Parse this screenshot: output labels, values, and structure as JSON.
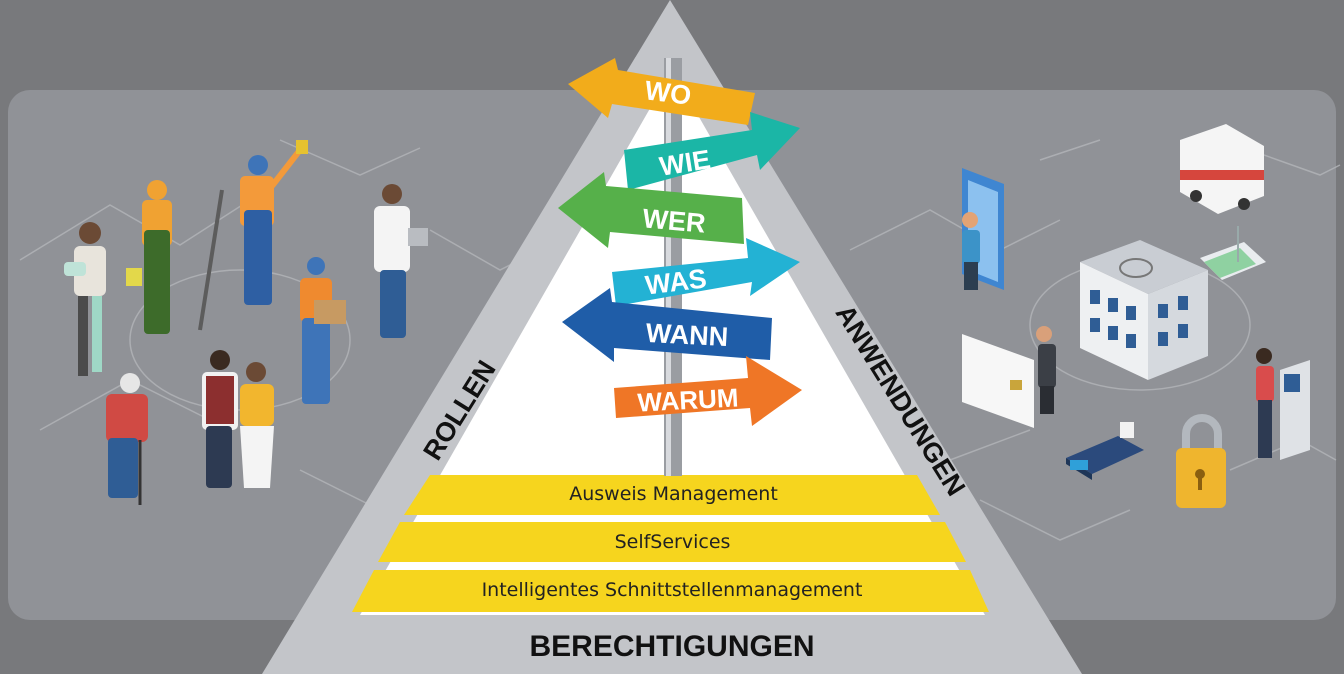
{
  "signs": [
    "WO",
    "WIE",
    "WER",
    "WAS",
    "WANN",
    "WARUM"
  ],
  "layers": [
    "Ausweis Management",
    "SelfServices",
    "Intelligentes Schnittstellenmanagement"
  ],
  "side_labels": {
    "left": "ROLLEN",
    "right": "ANWENDUNGEN",
    "bottom": "BERECHTIGUNGEN"
  },
  "colors": {
    "background": "#78797c",
    "panel": "#909297",
    "pyramid_outer": "#c3c5c9",
    "pyramid_inner": "#ffffff",
    "layer_fill": "#f6d51e",
    "sign_wo": "#f2ac1b",
    "sign_wie": "#1bb6a6",
    "sign_wer": "#56b04a",
    "sign_was": "#23b2d4",
    "sign_wann": "#1f5da8",
    "sign_warum": "#ef7626"
  },
  "left_icons": [
    "injured-person-icon",
    "construction-worker-icon",
    "painter-icon",
    "delivery-worker-icon",
    "doctor-icon",
    "elderly-man-icon",
    "man-icon",
    "woman-icon"
  ],
  "right_icons": [
    "door-access-icon",
    "ambulance-icon",
    "hospital-building-icon",
    "hospital-bed-icon",
    "id-card-icon",
    "card-terminal-icon",
    "padlock-icon",
    "kiosk-icon"
  ]
}
